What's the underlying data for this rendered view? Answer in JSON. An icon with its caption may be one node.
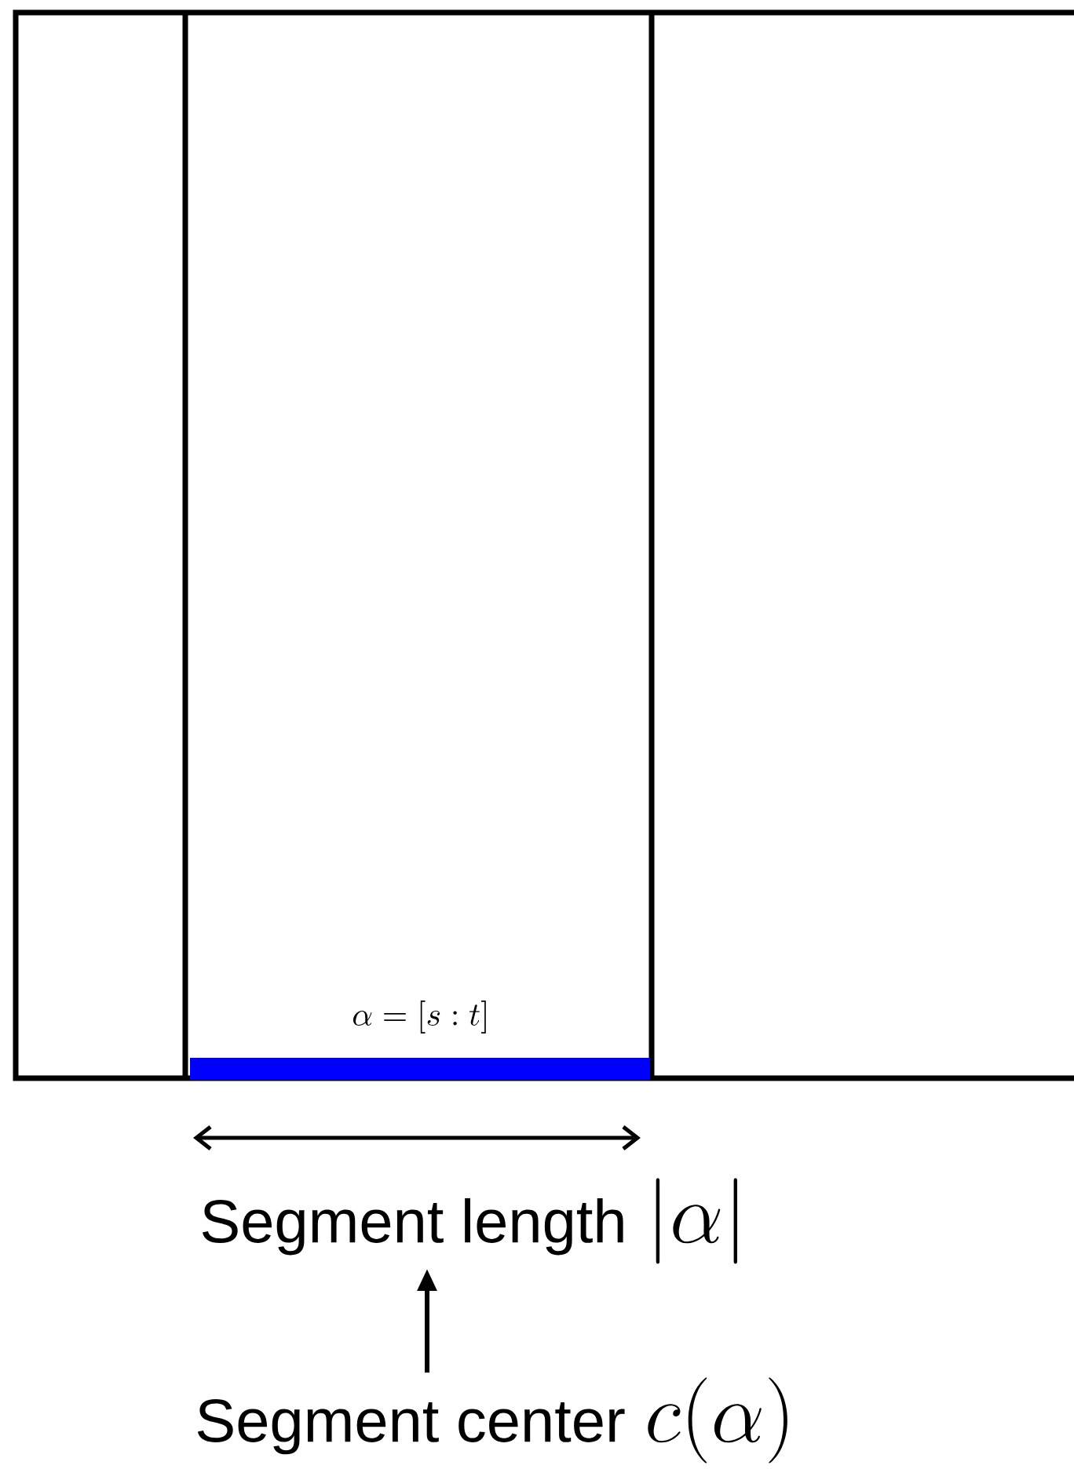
{
  "diagram": {
    "nodes": [
      {
        "text": [
          "Segment length",
          "|\\alpha|"
        ]
      },
      {
        "text": [
          "Segment center",
          "c(\\alpha)"
        ]
      }
    ],
    "edges": [
      {
        "from": 1,
        "to": 0,
        "arrow": "to"
      }
    ],
    "labels": [
      "\\alpha = [s : t]"
    ]
  }
}
